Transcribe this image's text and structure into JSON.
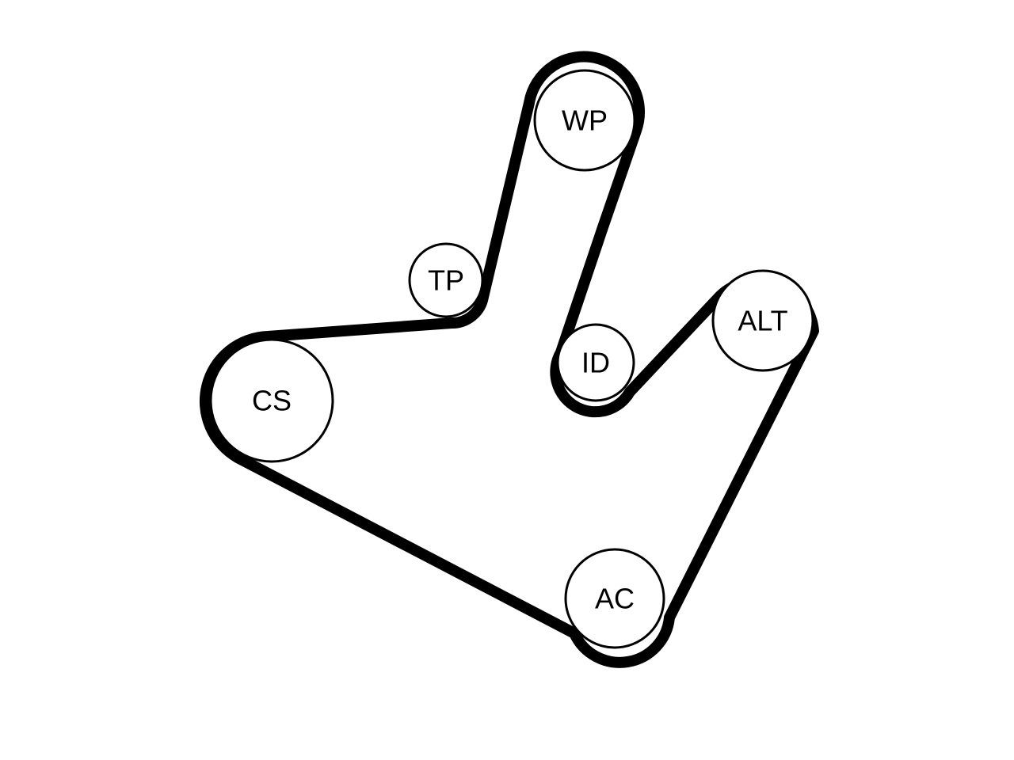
{
  "diagram": {
    "colors": {
      "belt": "#000000",
      "pulley_fill": "#ffffff",
      "pulley_stroke": "#000000",
      "text": "#000000",
      "background": "#ffffff"
    },
    "pulleys": {
      "wp": {
        "label": "WP"
      },
      "tp": {
        "label": "TP"
      },
      "id": {
        "label": "ID"
      },
      "alt": {
        "label": "ALT"
      },
      "cs": {
        "label": "CS"
      },
      "ac": {
        "label": "AC"
      }
    }
  }
}
